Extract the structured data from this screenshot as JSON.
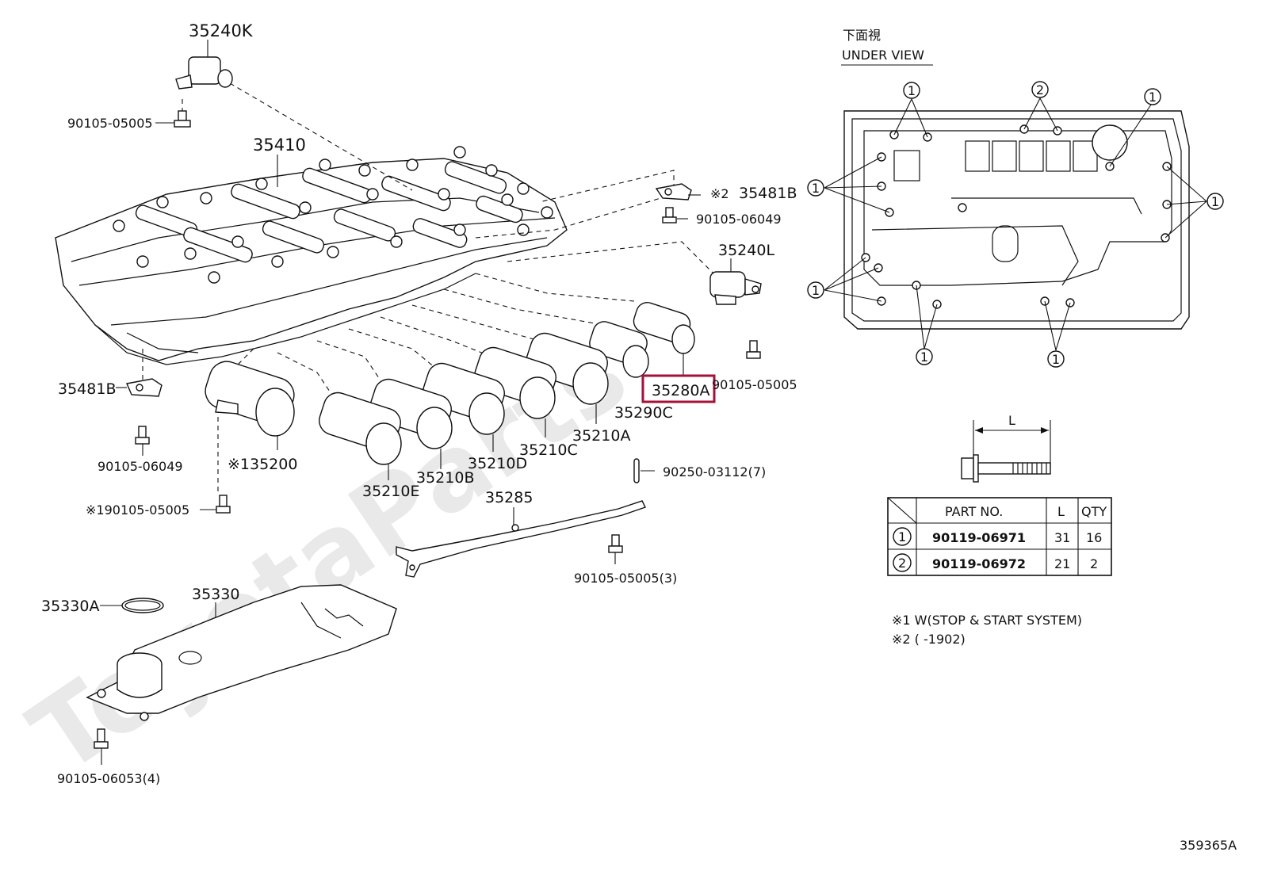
{
  "labels": {
    "p35240K": "35240K",
    "b90105_05005_top": "90105-05005",
    "p35410": "35410",
    "p35481B_right": "35481B",
    "note2_mark": "※2",
    "b90105_06049_right": "90105-06049",
    "p35240L": "35240L",
    "p35280A": "35280A",
    "b90105_05005_right": "90105-05005",
    "p35290C": "35290C",
    "p35210A": "35210A",
    "p35210C": "35210C",
    "p35210D": "35210D",
    "p35210B": "35210B",
    "p35210E": "35210E",
    "p35200": "※135200",
    "p35481B_left": "35481B",
    "b90105_06049_left": "90105-06049",
    "b190105_05005": "※190105-05005",
    "b90250": "90250-03112(7)",
    "p35285": "35285",
    "b90105_05005_3": "90105-05005(3)",
    "p35330A": "35330A",
    "p35330": "35330",
    "b90105_06053": "90105-06053(4)",
    "figure_code": "359365A"
  },
  "under_view": {
    "title_jp": "下面視",
    "title_en": "UNDER VIEW",
    "callout_1": "1",
    "callout_2": "2"
  },
  "bolt_dimension": "L",
  "table": {
    "headers": [
      "PART NO.",
      "L",
      "QTY"
    ],
    "rows": [
      {
        "mark": "1",
        "part_no": "90119-06971",
        "l": "31",
        "qty": "16"
      },
      {
        "mark": "2",
        "part_no": "90119-06972",
        "l": "21",
        "qty": "2"
      }
    ]
  },
  "notes": {
    "n1": "※1 W(STOP & START SYSTEM)",
    "n2": "※2 (        -1902)"
  },
  "watermark": "ToyotaParts",
  "colors": {
    "highlight": "#a3123a"
  }
}
